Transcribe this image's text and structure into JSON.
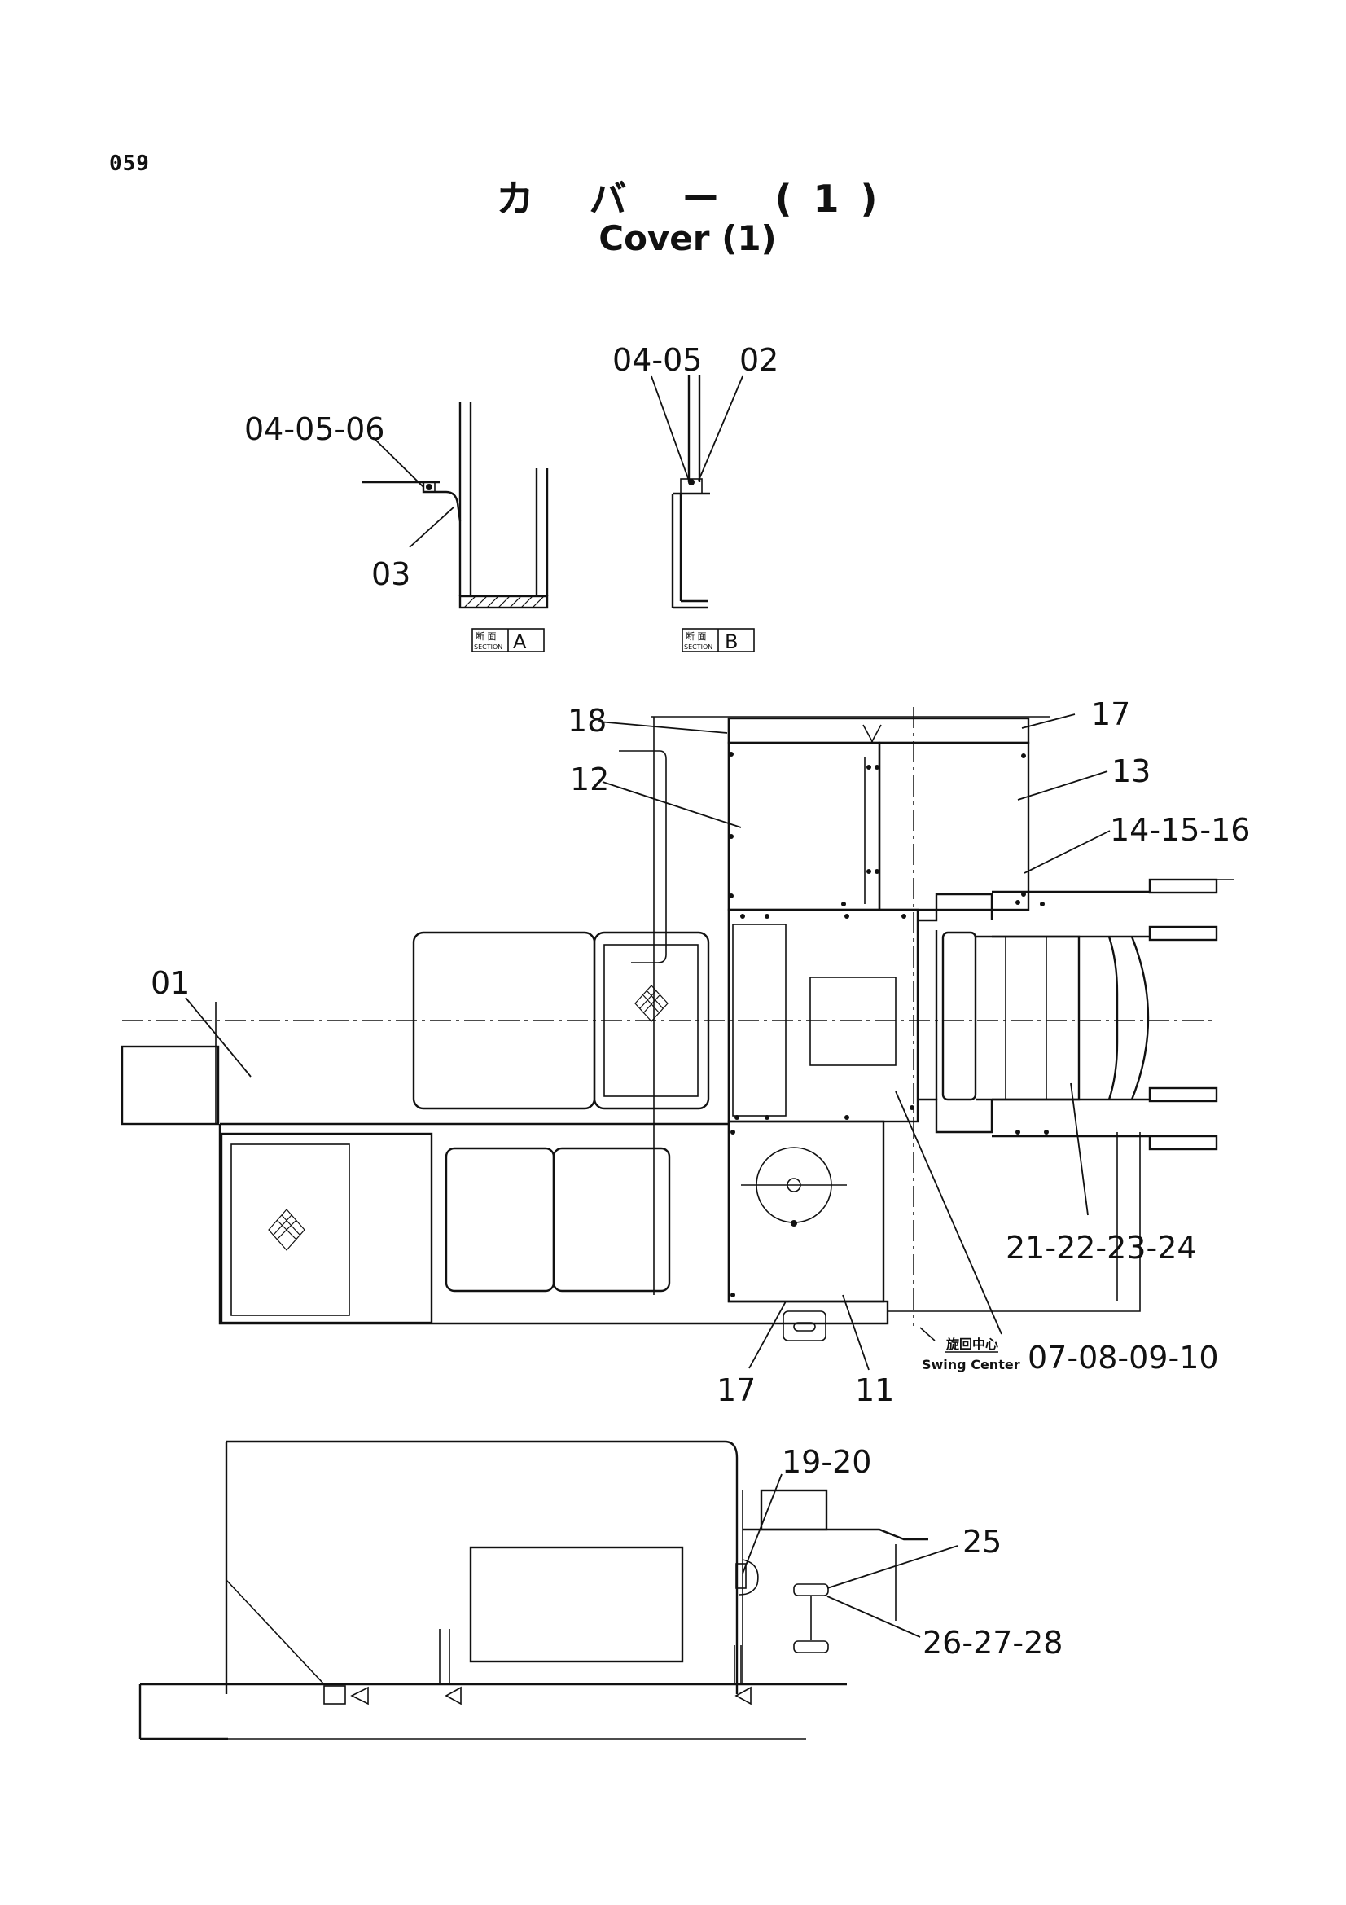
{
  "page_number": "059",
  "title_ja": "カ バ ー (1)",
  "title_en": "Cover (1)",
  "sections": [
    {
      "id": "A",
      "label_ja": "断 面",
      "label_en": "SECTION",
      "letter": "A"
    },
    {
      "id": "B",
      "label_ja": "断 面",
      "label_en": "SECTION",
      "letter": "B"
    }
  ],
  "swing_center": {
    "ja": "旋回中心",
    "en": "Swing Center"
  },
  "part_labels": {
    "p04_05_06": "04-05-06",
    "p03": "03",
    "p04_05": "04-05",
    "p02": "02",
    "p18": "18",
    "p17_top": "17",
    "p12": "12",
    "p13": "13",
    "p14_15_16": "14-15-16",
    "p01": "01",
    "p21_24": "21-22-23-24",
    "p07_10": "07-08-09-10",
    "p17_bottom": "17",
    "p11": "11",
    "p19_20": "19-20",
    "p25": "25",
    "p26_28": "26-27-28"
  }
}
